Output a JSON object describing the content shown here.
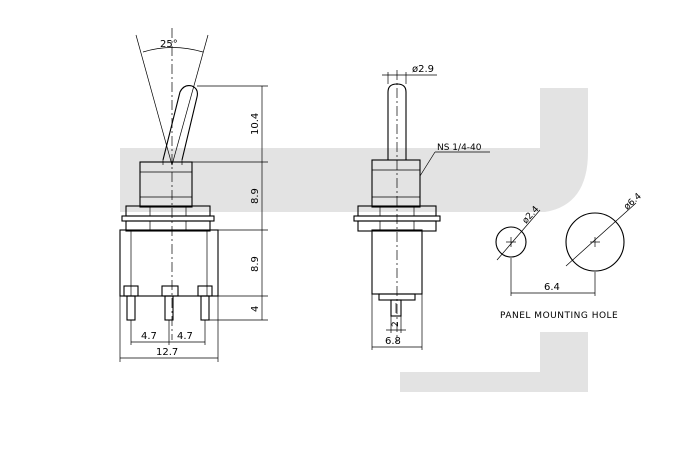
{
  "dimensions": {
    "angle": "25°",
    "lever_height": "10.4",
    "bushing_height": "8.9",
    "body_height": "8.9",
    "terminal_length": "4",
    "terminal_pitch_left": "4.7",
    "terminal_pitch_right": "4.7",
    "body_width": "12.7",
    "lever_dia": "ø2.9",
    "thread": "NS 1/4-40",
    "side_width": "6.8",
    "terminal_width": "2",
    "hole_small": "ø2.4",
    "hole_large": "ø6.4",
    "hole_spacing": "6.4"
  },
  "caption": "PANEL MOUNTING HOLE"
}
